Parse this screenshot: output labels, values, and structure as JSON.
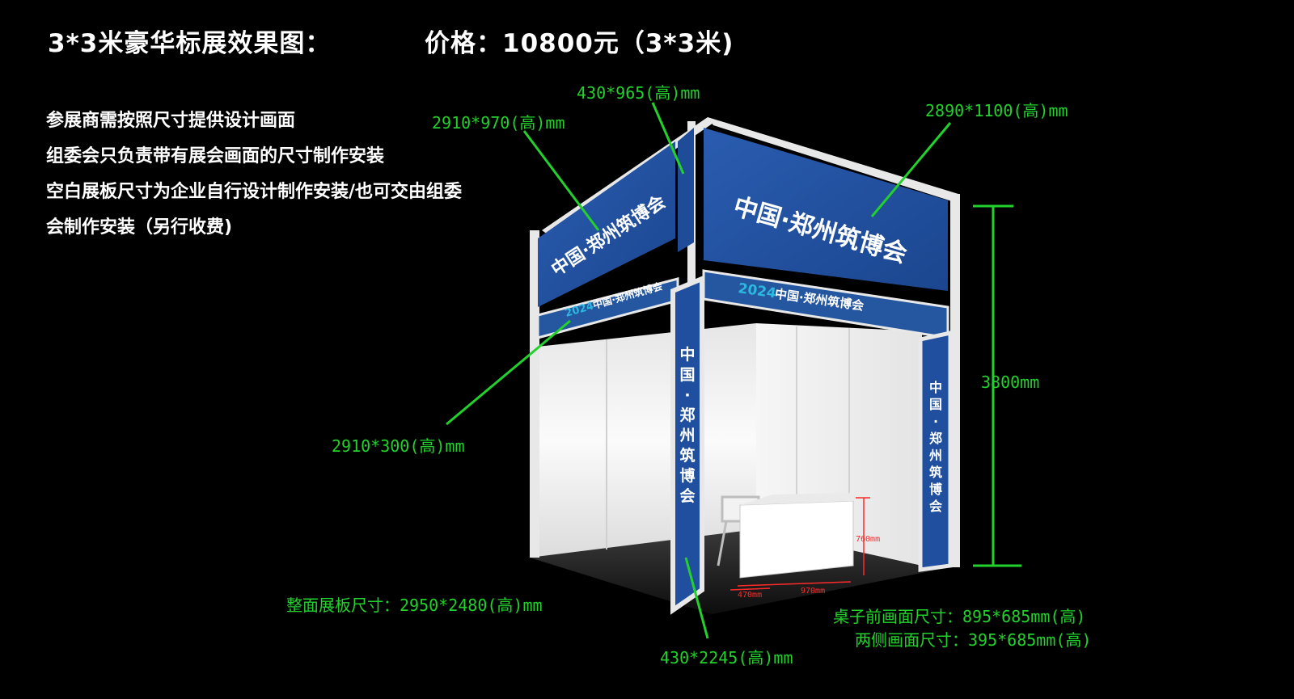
{
  "header": {
    "title": "3*3米豪华标展效果图：",
    "price": "价格：10800元（3*3米)"
  },
  "notes": [
    "参展商需按照尺寸提供设计画面",
    "组委会只负责带有展会画面的尺寸制作安装",
    "空白展板尺寸为企业自行设计制作安装/也可交由组委",
    "会制作安装（另行收费)"
  ],
  "dimensions": {
    "top_corner_panel": "430*965(高)mm",
    "left_header_panel": "2910*970(高)mm",
    "right_header_panel": "2890*1100(高)mm",
    "total_height": "3800mm",
    "left_lintel": "2910*300(高)mm",
    "wall_panel": "整面展板尺寸：2950*2480(高)mm",
    "column_panel": "430*2245(高)mm",
    "desk_front": "桌子前画面尺寸：895*685mm(高)",
    "desk_sides": "两侧画面尺寸：395*685mm(高)",
    "desk_height": "760mm",
    "desk_depth": "470mm",
    "desk_width": "970mm"
  },
  "booth": {
    "banner_name": "中国·郑州筑博会",
    "strip_year": "2024",
    "strip_text": "中国·郑州筑博会",
    "column_text": [
      "中",
      "国",
      "·",
      "郑",
      "州",
      "筑",
      "博",
      "会"
    ]
  },
  "colors": {
    "background": "#000000",
    "dimension_green": "#22d12c",
    "banner_blue": "#1f4f9e",
    "frame": "#e8e8e8",
    "desk_measure_red": "#ff2a2a",
    "year_accent": "#2cb8e0"
  }
}
